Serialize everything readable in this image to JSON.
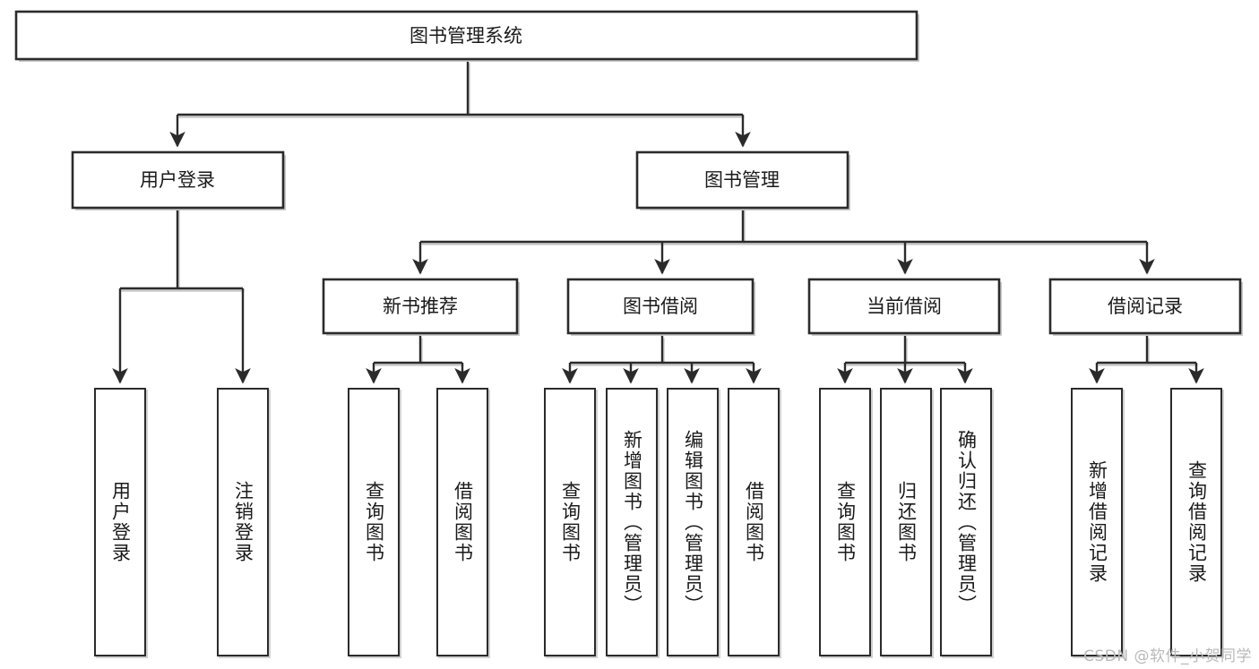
{
  "diagram": {
    "type": "tree",
    "title": "图书管理系统",
    "orientation": "top-down",
    "background_color": "#ffffff",
    "box_border_color": "#2b2b2b",
    "box_fill_color": "#ffffff",
    "text_color": "#1a1a1a",
    "root": {
      "label": "图书管理系统"
    },
    "level2": [
      {
        "label": "用户登录"
      },
      {
        "label": "图书管理"
      }
    ],
    "level3": [
      {
        "label": "新书推荐"
      },
      {
        "label": "图书借阅"
      },
      {
        "label": "当前借阅"
      },
      {
        "label": "借阅记录"
      }
    ],
    "leaves": {
      "user_login": [
        {
          "label": "用户登录"
        },
        {
          "label": "注销登录"
        }
      ],
      "new_book": [
        {
          "label": "查询图书"
        },
        {
          "label": "借阅图书"
        }
      ],
      "book_borrow": [
        {
          "label": "查询图书"
        },
        {
          "label": "新增图书（管理员）"
        },
        {
          "label": "编辑图书（管理员）"
        },
        {
          "label": "借阅图书"
        }
      ],
      "current_borrow": [
        {
          "label": "查询图书"
        },
        {
          "label": "归还图书"
        },
        {
          "label": "确认归还（管理员）"
        }
      ],
      "borrow_record": [
        {
          "label": "新增借阅记录"
        },
        {
          "label": "查询借阅记录"
        }
      ]
    }
  },
  "watermark": {
    "text": "CSDN @软件_小贺同学"
  }
}
